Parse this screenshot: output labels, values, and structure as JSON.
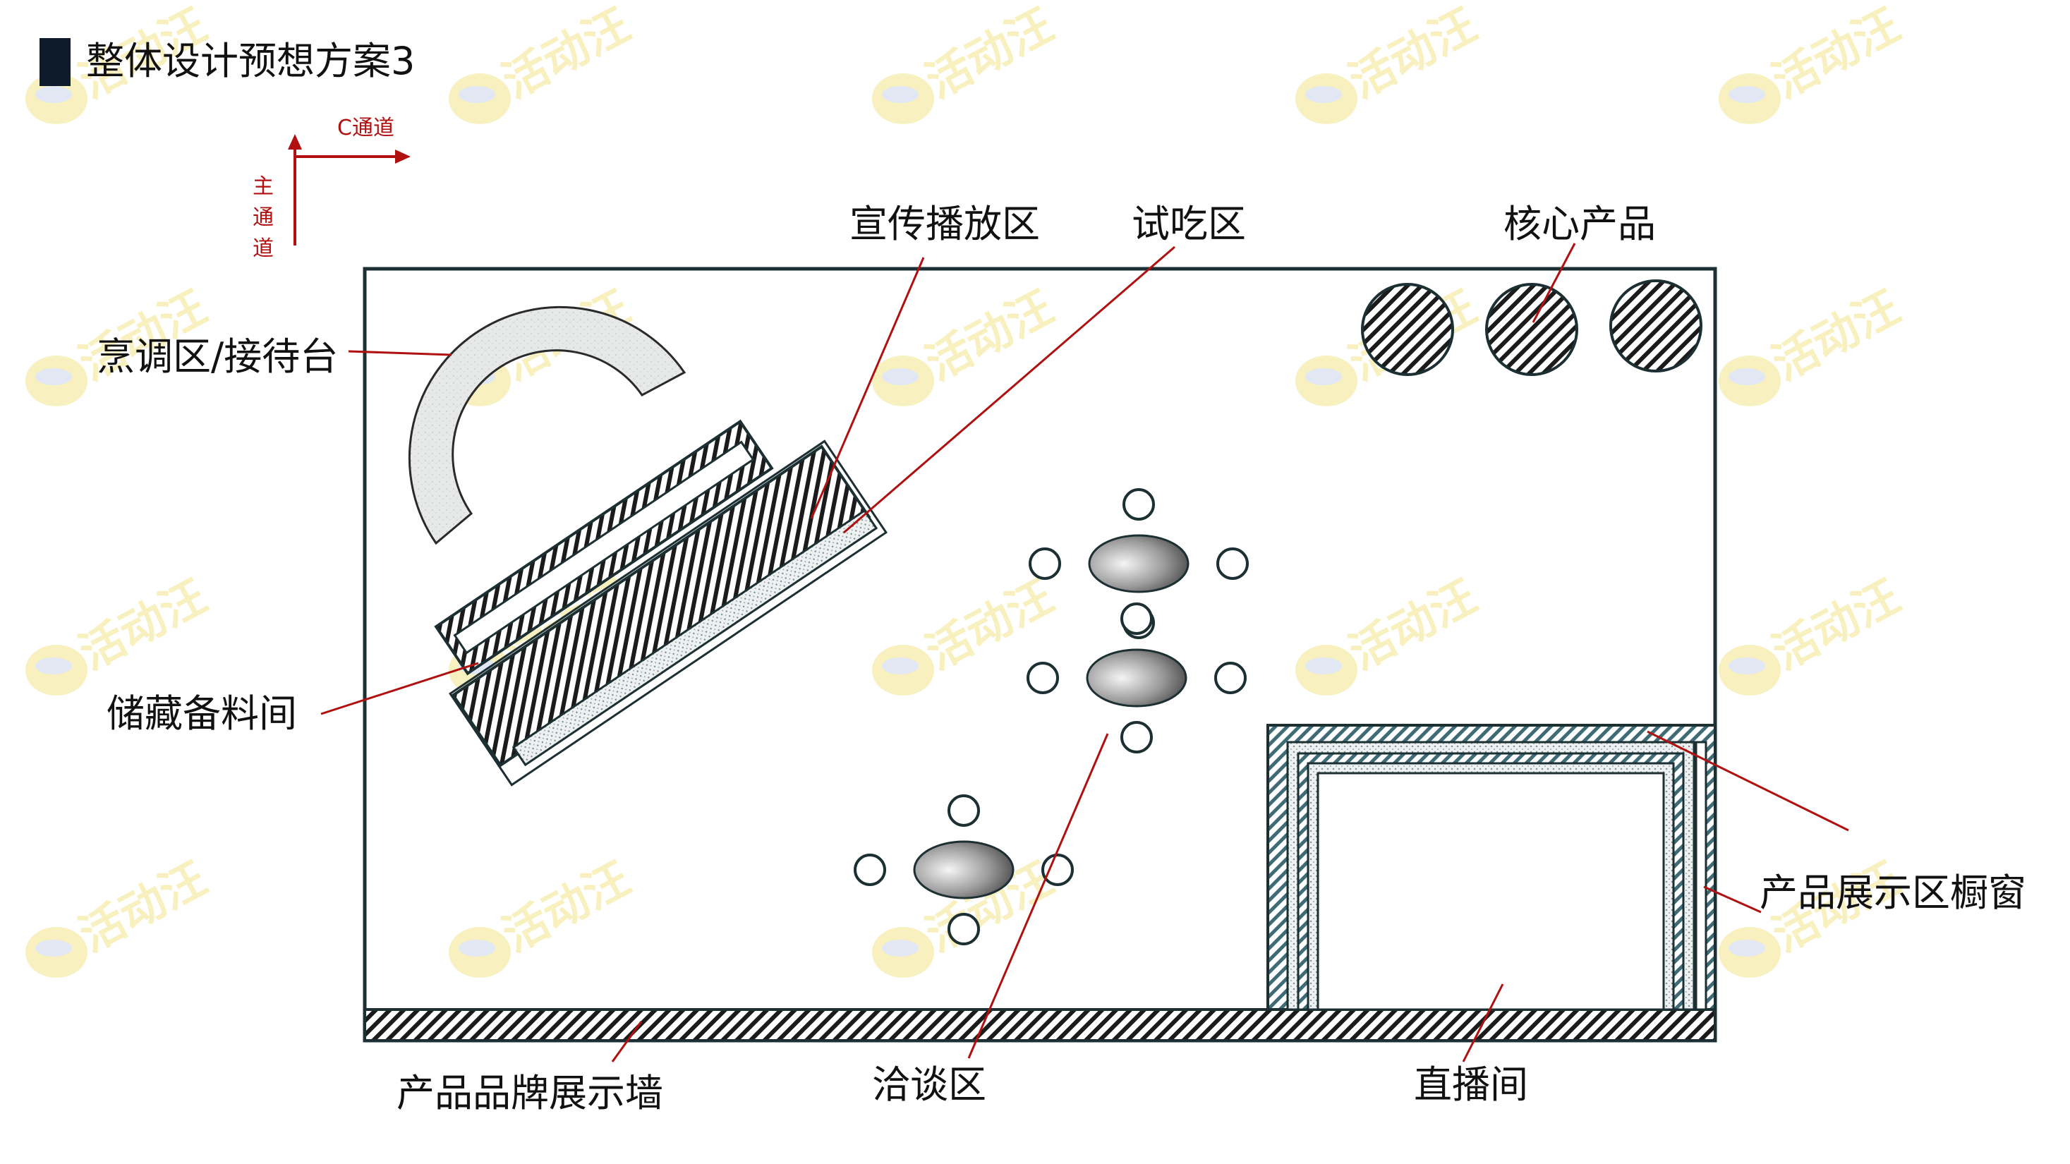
{
  "title": "整体设计预想方案3",
  "directions": {
    "c_channel": "C通道",
    "main_channel": [
      "主",
      "通",
      "道"
    ]
  },
  "zones": {
    "promo_play": "宣传播放区",
    "tasting": "试吃区",
    "core_products": "核心产品",
    "reception": "烹调区/接待台",
    "storage": "储藏备料间",
    "showcase_window": "产品展示区橱窗",
    "brand_wall": "产品品牌展示墙",
    "negotiation": "洽谈区",
    "live_room": "直播间"
  },
  "watermark": {
    "text": "活动汪",
    "tint": "#f2e48a"
  },
  "colors": {
    "accent_red": "#b01010",
    "outline": "#1c2f33",
    "live_room_hatch": "#3f6b77"
  }
}
